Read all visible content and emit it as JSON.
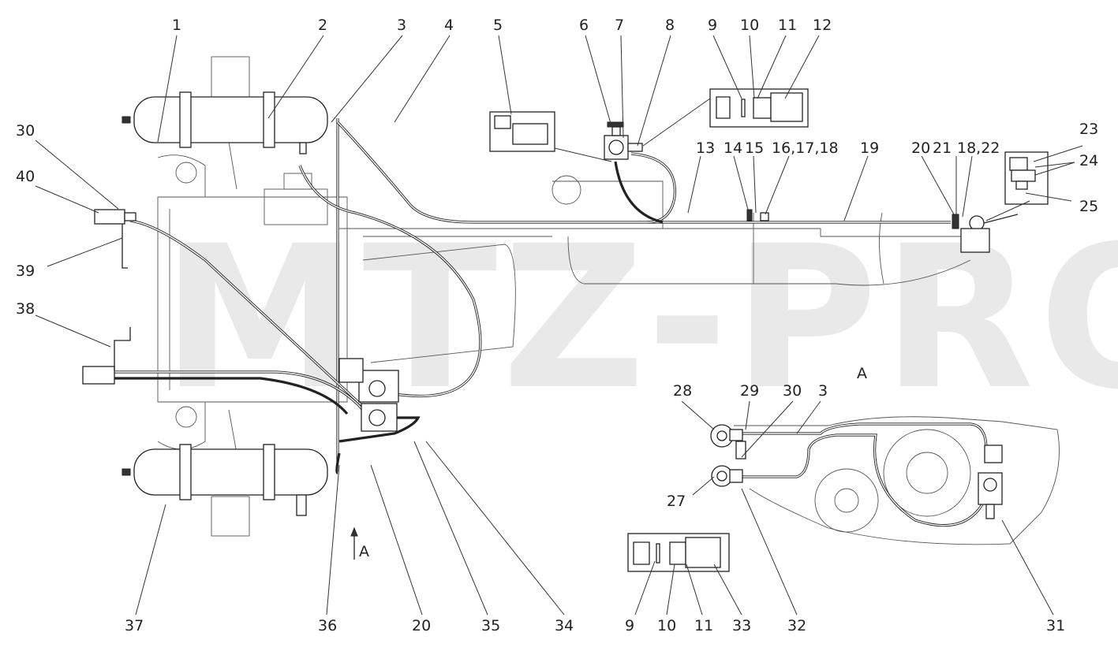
{
  "watermark": "MTZ-PRO",
  "view_label": "A",
  "view_arrow_label": "A",
  "labels": {
    "top": [
      "1",
      "2",
      "3",
      "4",
      "5",
      "6",
      "7",
      "8",
      "9",
      "10",
      "11",
      "12"
    ],
    "right_top": [
      "23",
      "24",
      "25"
    ],
    "row2": [
      "13",
      "14",
      "15",
      "16,17,18",
      "19",
      "20",
      "21",
      "18,22"
    ],
    "left": [
      "30",
      "40",
      "39",
      "38"
    ],
    "view_a": [
      "28",
      "29",
      "30",
      "3",
      "27"
    ],
    "detail_bottom": [
      "9",
      "10",
      "11",
      "33",
      "32"
    ],
    "bottom": [
      "37",
      "36",
      "20",
      "35",
      "34",
      "31"
    ]
  }
}
